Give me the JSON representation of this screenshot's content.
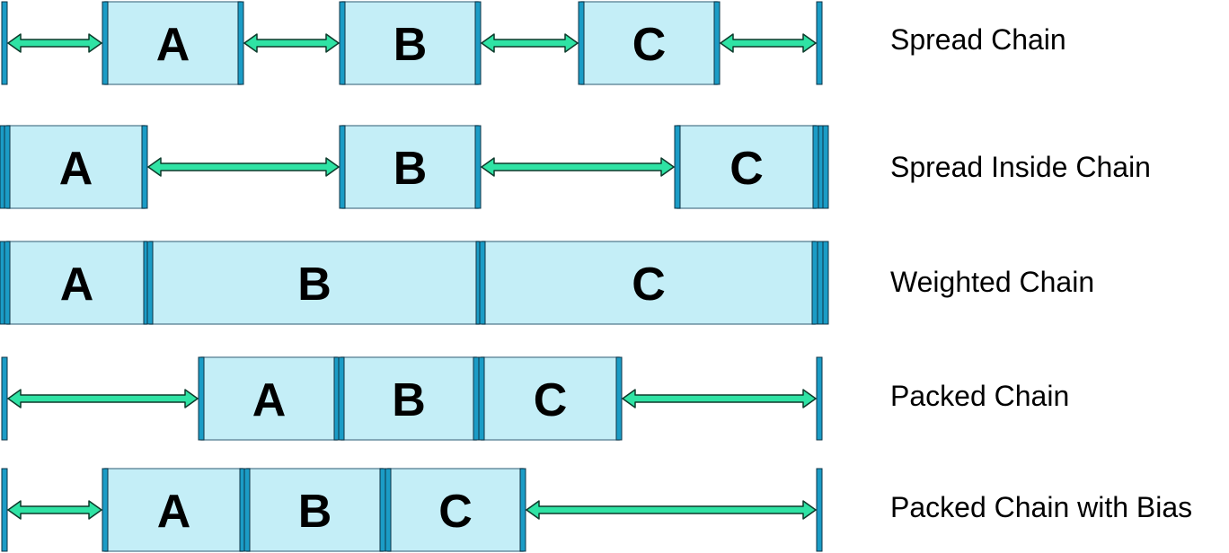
{
  "colors": {
    "box_fill": "#c4eef7",
    "box_stroke": "#6a8fa0",
    "bar_fill": "#1b9cc6",
    "bar_stroke": "#0c3346",
    "arrow_fill": "#2fe3a4",
    "arrow_stroke": "#0d3a2b"
  },
  "rows": [
    {
      "id": "spread",
      "label": "Spread Chain",
      "boxes": [
        {
          "text": "A"
        },
        {
          "text": "B"
        },
        {
          "text": "C"
        }
      ]
    },
    {
      "id": "spread-inside",
      "label": "Spread Inside Chain",
      "boxes": [
        {
          "text": "A"
        },
        {
          "text": "B"
        },
        {
          "text": "C"
        }
      ]
    },
    {
      "id": "weighted",
      "label": "Weighted Chain",
      "boxes": [
        {
          "text": "A"
        },
        {
          "text": "B"
        },
        {
          "text": "C"
        }
      ]
    },
    {
      "id": "packed",
      "label": "Packed Chain",
      "boxes": [
        {
          "text": "A"
        },
        {
          "text": "B"
        },
        {
          "text": "C"
        }
      ]
    },
    {
      "id": "packed-bias",
      "label": "Packed Chain with Bias",
      "boxes": [
        {
          "text": "A"
        },
        {
          "text": "B"
        },
        {
          "text": "C"
        }
      ]
    }
  ]
}
